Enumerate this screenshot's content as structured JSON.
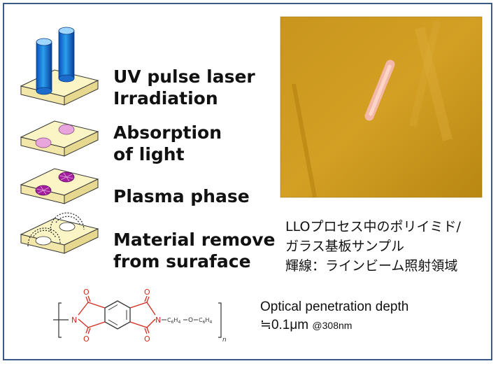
{
  "steps": [
    {
      "label": "UV pulse laser\nIrradiation",
      "icon": "laser-irradiation-icon"
    },
    {
      "label": "Absorption\nof light",
      "icon": "light-absorption-icon"
    },
    {
      "label": "Plasma phase",
      "icon": "plasma-phase-icon"
    },
    {
      "label": "Material remove\nfrom suraface",
      "icon": "material-removal-icon"
    }
  ],
  "photo_caption": {
    "line1": "LLOプロセス中のポリイミド/",
    "line2": "ガラス基板サンプル",
    "line3": "輝線：ラインビーム照射領域"
  },
  "structure": {
    "sub1": "C",
    "sub1_index": "6",
    "sub1_h": "H",
    "sub1_h_index": "4",
    "oxygen_link": "O",
    "repeat": "n",
    "o_atom": "O",
    "n_atom": "N"
  },
  "optical": {
    "title": "Optical penetration depth",
    "value": "≒0.1μm",
    "condition": "@308nm"
  },
  "colors": {
    "border": "#3a5a86",
    "plate": "#fbf5c6",
    "laser": "#1f7fd6",
    "spot": "#e8a6dc",
    "plasma": "#a21fa0",
    "photo_bg": "#c9951d",
    "photo_line": "#f4b8a8",
    "structure_red": "#d22a1e"
  }
}
